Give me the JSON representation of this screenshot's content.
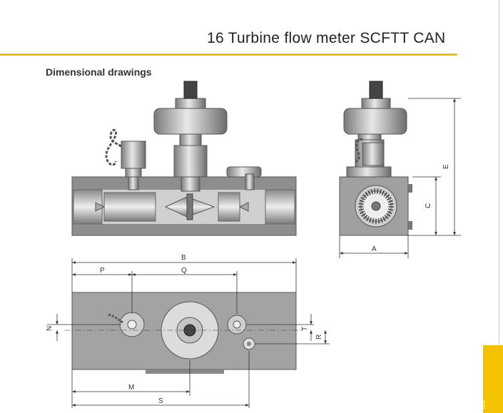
{
  "header": {
    "title": "16  Turbine flow meter SCFTT CAN",
    "subtitle": "Dimensional drawings"
  },
  "side_tab": {
    "label": "ors"
  },
  "colors": {
    "accent": "#f2c200",
    "body_grey": "#9a9a9a",
    "dark": "#333333"
  },
  "drawing": {
    "dims": {
      "A": "A",
      "B": "B",
      "C": "C",
      "E": "E",
      "P": "P",
      "Q": "Q",
      "M": "M",
      "S": "S",
      "N": "N",
      "R": "R",
      "T": "T"
    }
  }
}
